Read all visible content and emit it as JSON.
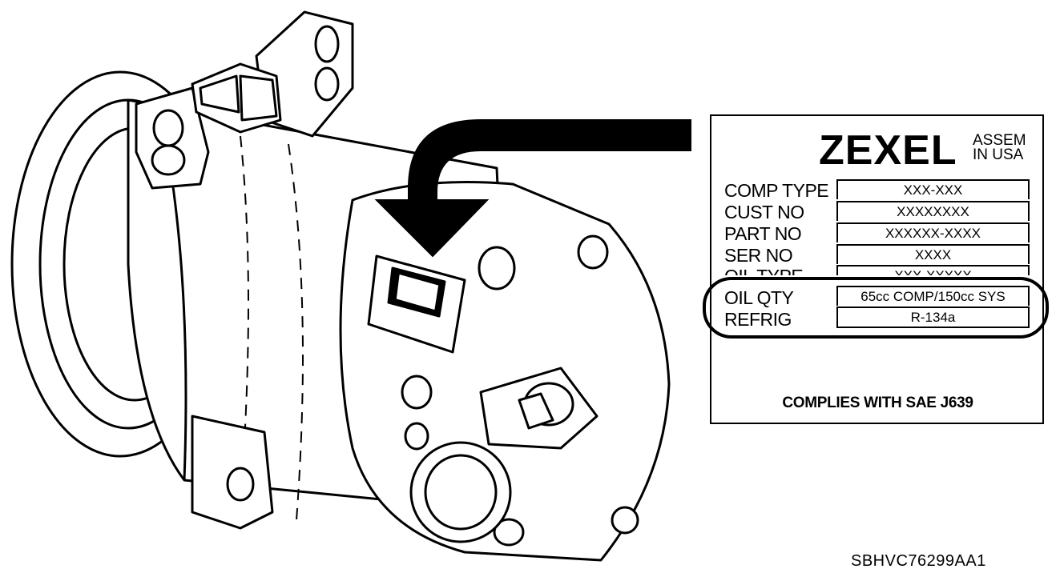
{
  "label": {
    "brand": "ZEXEL",
    "assem_line1": "ASSEM",
    "assem_line2": "IN USA",
    "rows": [
      {
        "label": "COMP TYPE",
        "value": "XXX-XXX"
      },
      {
        "label": "CUST NO",
        "value": "XXXXXXXX"
      },
      {
        "label": "PART NO",
        "value": "XXXXXX-XXXX"
      },
      {
        "label": "SER NO",
        "value": "XXXX"
      },
      {
        "label": "OIL TYPE",
        "value": "XXX-XXXXX"
      },
      {
        "label": "OIL QTY",
        "value": "65cc COMP/150cc SYS"
      },
      {
        "label": "REFRIG",
        "value": "R-134a"
      }
    ],
    "compliance": "COMPLIES WITH SAE J639"
  },
  "figure_id": "SBHVC76299AA1"
}
